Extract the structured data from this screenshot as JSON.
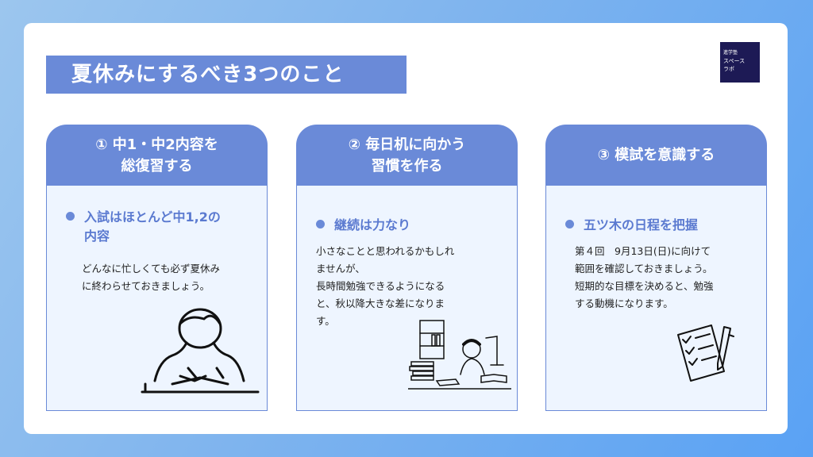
{
  "title": "夏休みにするべき3つのこと",
  "logo": {
    "line1": "進学塾",
    "line2": "スペース",
    "line3": "ラボ"
  },
  "columns": [
    {
      "head_line1": "① 中1・中2内容を",
      "head_line2": "総復習する",
      "bullet_line1": "入試はほとんど中1,2の",
      "bullet_line2": "内容",
      "body": [
        "どんなに忙しくても必ず夏休み",
        "に終わらせておきましょう。"
      ],
      "illustration": "studying-student-illustration"
    },
    {
      "head_line1": "② 毎日机に向かう",
      "head_line2": "習慣を作る",
      "bullet_line1": "継続は力なり",
      "bullet_line2": "",
      "body": [
        "小さなことと思われるかもしれ",
        "ませんが、",
        "長時間勉強できるようになる",
        "と、秋以降大きな差になりま",
        "す。"
      ],
      "illustration": "desk-study-illustration"
    },
    {
      "head_line1": "③ 模試を意識する",
      "head_line2": "",
      "bullet_line1": "五ツ木の日程を把握",
      "bullet_line2": "",
      "body": [
        "第４回　9月13日(日)に向けて",
        "範囲を確認しておきましょう。",
        "短期的な目標を決めると、勉強",
        "する動機になります。"
      ],
      "illustration": "checklist-pen-illustration"
    }
  ],
  "colors": {
    "accent": "#6a8ad8",
    "panel": "#eef5ff",
    "logo_bg": "#1d1a55"
  }
}
